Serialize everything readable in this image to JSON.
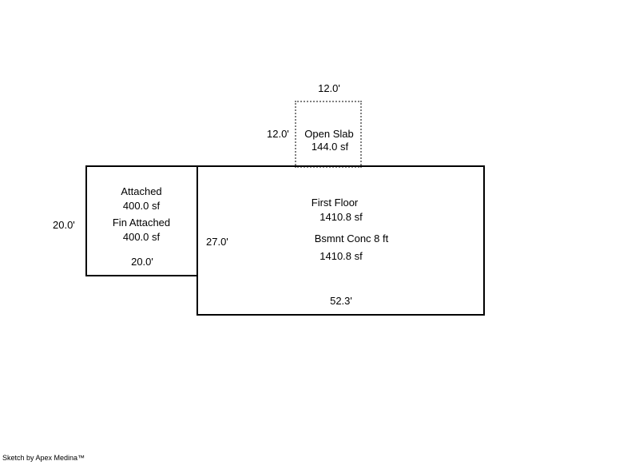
{
  "sketch": {
    "open_slab": {
      "name": "Open Slab",
      "area": "144.0 sf",
      "width_label": "12.0'",
      "height_label": "12.0'"
    },
    "garage": {
      "line1": "Attached",
      "line2": "400.0 sf",
      "line3": "Fin Attached",
      "line4": "400.0 sf",
      "width_label": "20.0'",
      "height_label": "20.0'"
    },
    "main": {
      "line1": "First Floor",
      "line2": "1410.8 sf",
      "line3": "Bsmnt Conc 8 ft",
      "line4": "1410.8 sf",
      "width_label": "52.3'",
      "height_label": "27.0'"
    },
    "footer": "Sketch by Apex Medina™"
  },
  "colors": {
    "outline": "#000000",
    "dashed_outline": "#808080",
    "background": "#ffffff"
  }
}
